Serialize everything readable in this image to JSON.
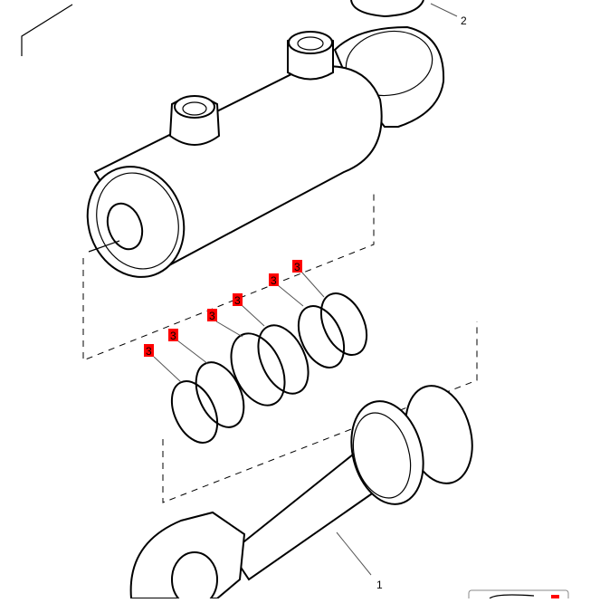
{
  "diagram": {
    "callouts": {
      "rod": "1",
      "top_ring": "2",
      "seals": [
        "3",
        "3",
        "3",
        "3",
        "3",
        "3"
      ]
    },
    "colors": {
      "callout_box": "#ff0000",
      "line": "#000000"
    }
  }
}
